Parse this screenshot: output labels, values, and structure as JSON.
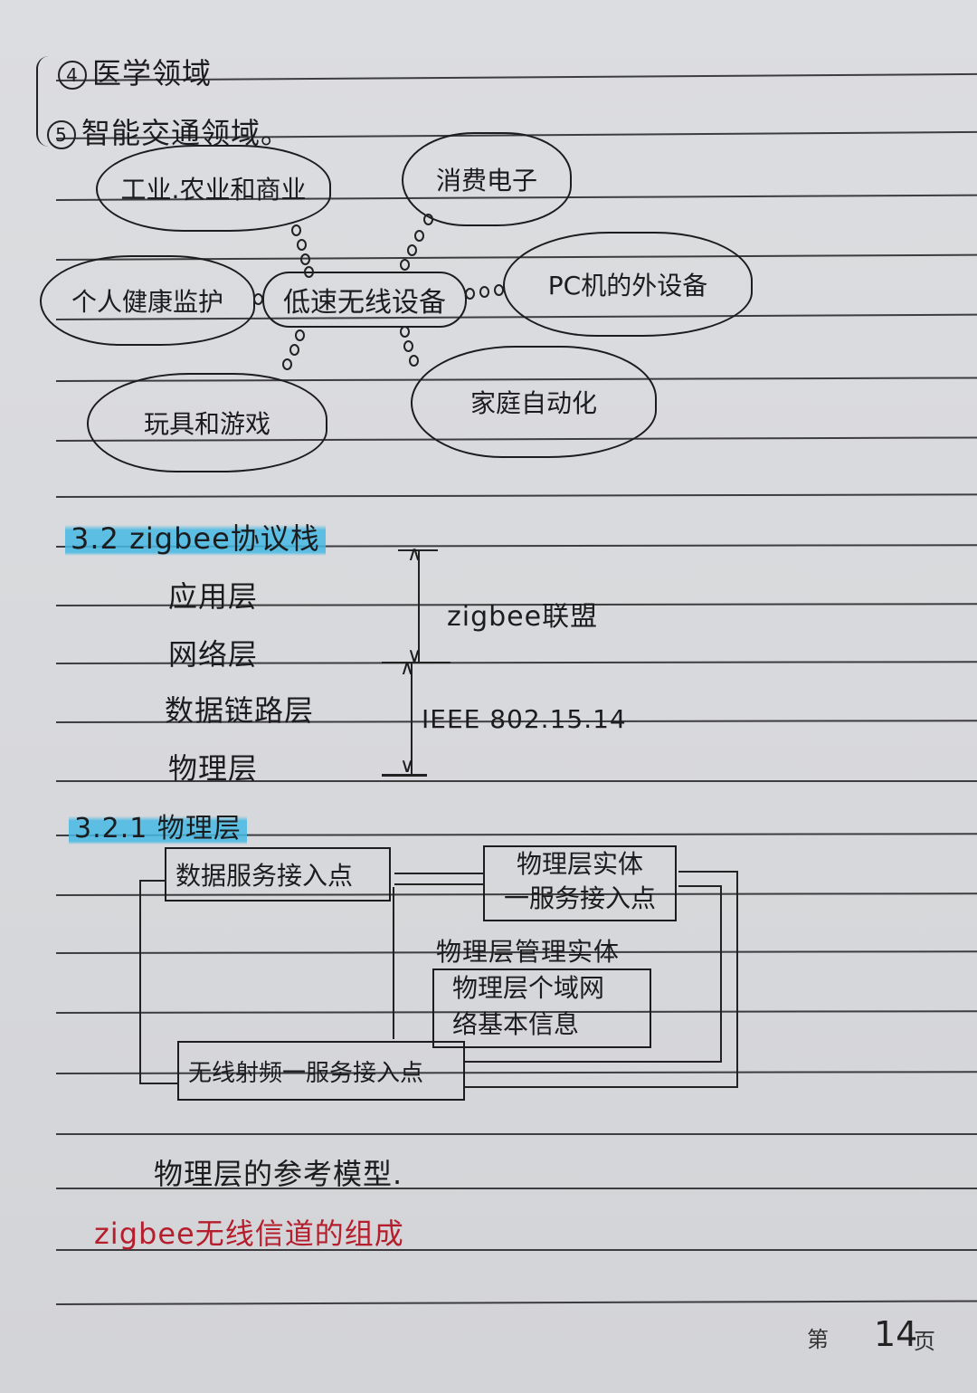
{
  "list_items": [
    {
      "marker": "4",
      "text": "医学领域"
    },
    {
      "marker": "5",
      "text": "智能交通领域。"
    }
  ],
  "mindmap": {
    "center": "低速无线设备",
    "nodes": [
      {
        "id": "industry",
        "label": "工业.农业和商业"
      },
      {
        "id": "consumer",
        "label": "消费电子"
      },
      {
        "id": "health",
        "label": "个人健康监护"
      },
      {
        "id": "pc",
        "label": "PC机的外设备"
      },
      {
        "id": "toys",
        "label": "玩具和游戏"
      },
      {
        "id": "home",
        "label": "家庭自动化"
      }
    ]
  },
  "section_3_2": {
    "heading": "3.2 zigbee协议栈",
    "layers": [
      "应用层",
      "网络层",
      "数据链路层",
      "物理层"
    ],
    "upper_range_label": "zigbee联盟",
    "lower_range_label": "IEEE 802.15.14"
  },
  "section_3_2_1": {
    "heading": "3.2.1 物理层",
    "diagram": {
      "data_sap": "数据服务接入点",
      "plme_sap_line1": "物理层实体",
      "plme_sap_line2": "一服务接入点",
      "plme_label": "物理层管理实体",
      "pib_line1": "物理层个域网",
      "pib_line2": "络基本信息",
      "rf_sap": "无线射频一服务接入点"
    },
    "caption": "物理层的参考模型."
  },
  "next_topic": "zigbee无线信道的组成",
  "footer": {
    "prefix": "第",
    "page_number": "14",
    "suffix": "页"
  },
  "colors": {
    "highlight": "#46b9e4",
    "red_ink": "#b51e2c",
    "ink": "#1c1c1e"
  }
}
